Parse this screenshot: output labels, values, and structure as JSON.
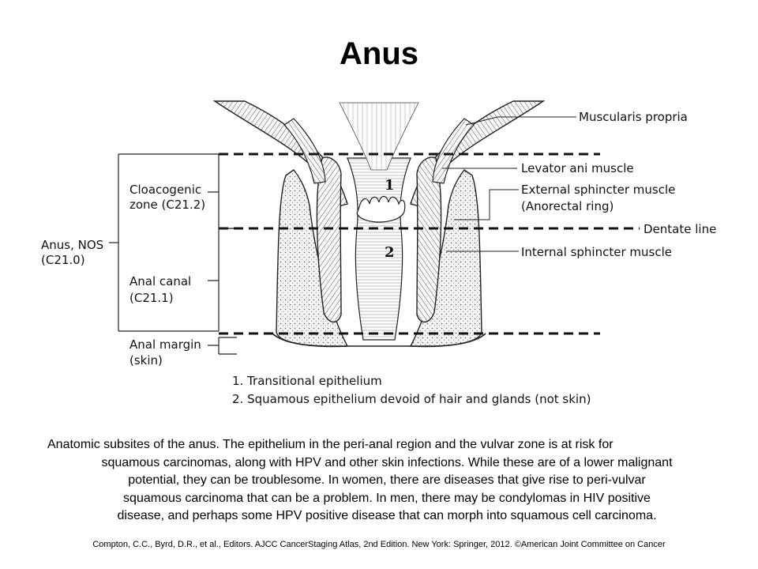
{
  "slide": {
    "title": "Anus",
    "caption_lines": [
      "Anatomic subsites of the anus. The epithelium in the peri-anal region and the vulvar zone is at risk for",
      "squamous carcinomas, along with HPV and other skin infections.  While these are of a lower malignant",
      "potential, they can be troublesome. In women, there are diseases that give rise to peri-vulvar",
      "squamous carcinoma that can be a problem. In men, there may be condylomas in HIV positive",
      "disease, and perhaps some HPV positive disease that can morph into squamous cell carcinoma."
    ],
    "citation": "Compton, C.C., Byrd, D.R.,  et al., Editors. AJCC CancerStaging Atlas, 2nd Edition. New York:  Springer, 2012. ©American Joint Committee on Cancer"
  },
  "figure": {
    "left_labels": {
      "anus_nos_line1": "Anus, NOS",
      "anus_nos_line2": "(C21.0)",
      "cloacogenic_line1": "Cloacogenic",
      "cloacogenic_line2": "zone (C21.2)",
      "anal_canal_line1": "Anal canal",
      "anal_canal_line2": "(C21.1)",
      "anal_margin_line1": "Anal margin",
      "anal_margin_line2": "(skin)"
    },
    "right_labels": {
      "muscularis": "Muscularis propria",
      "levator": "Levator ani muscle",
      "external_line1": "External sphincter muscle",
      "external_line2": "(Anorectal ring)",
      "dentate": "Dentate line",
      "internal": "Internal sphincter muscle"
    },
    "zone_numbers": {
      "zone1": "1",
      "zone2": "2"
    },
    "legend": {
      "item1": "1. Transitional epithelium",
      "item2": "2. Squamous epithelium devoid of hair and glands (not skin)"
    }
  }
}
